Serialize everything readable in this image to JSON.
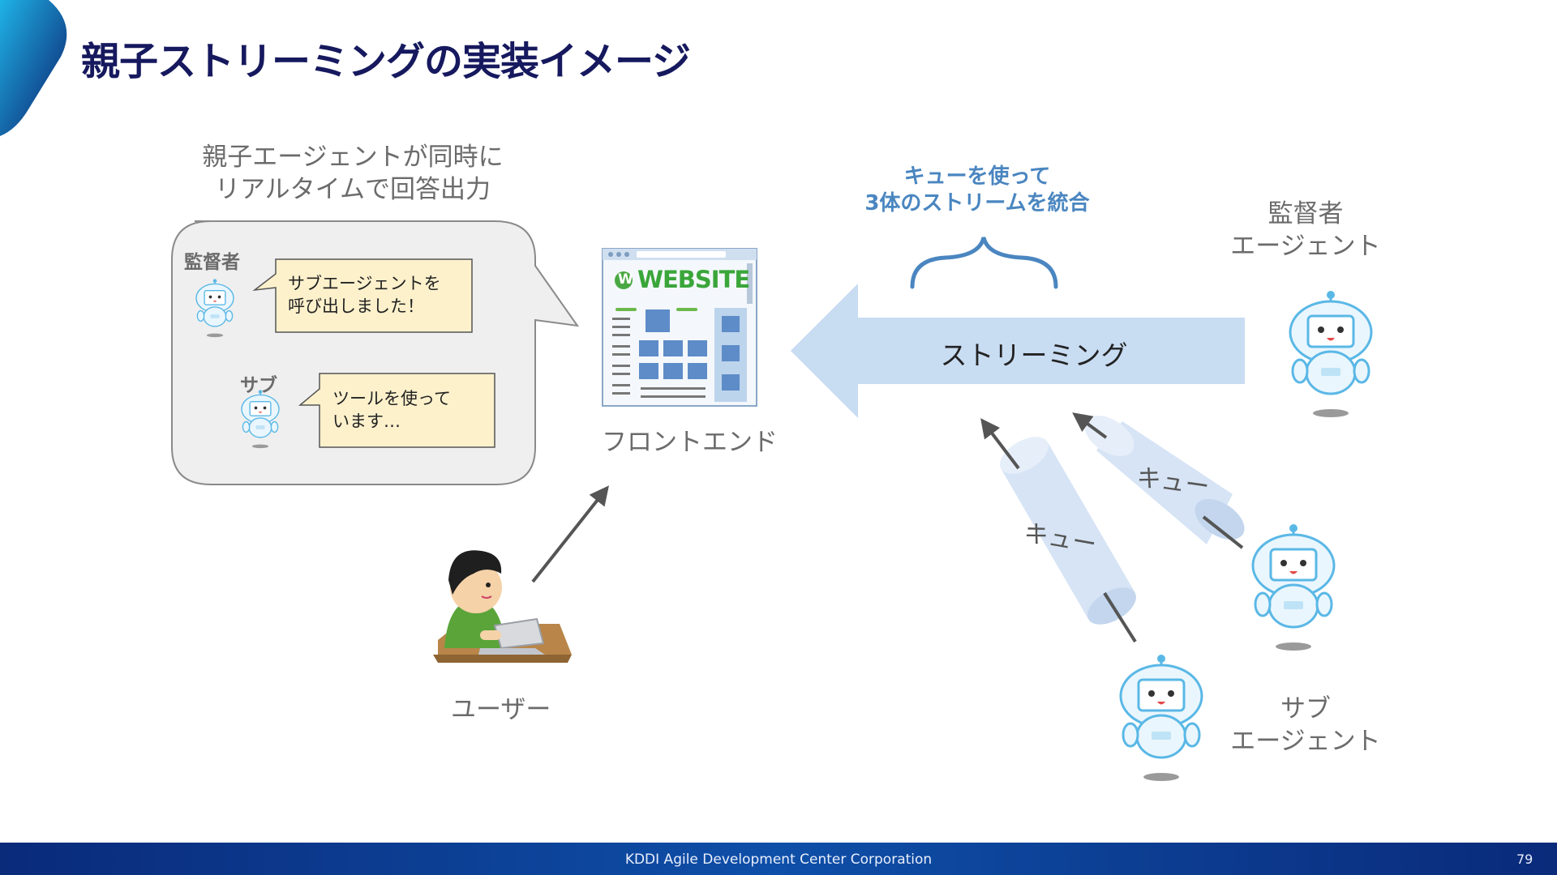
{
  "title": "親子ストリーミングの実装イメージ",
  "caption_top": [
    "親子エージェントが同時に",
    "リアルタイムで回答出力"
  ],
  "supervisor_tag": "監督者",
  "supervisor_message": [
    "サブエージェントを",
    "呼び出しました！"
  ],
  "sub_tag": "サブ",
  "sub_message": [
    "ツールを使って",
    "います…"
  ],
  "website_logo_letter": "W",
  "website_logo_text": "WEBSITE",
  "frontend_label": "フロントエンド",
  "user_label": "ユーザー",
  "queue_note": [
    "キューを使って",
    "3体のストリームを統合"
  ],
  "streaming_label": "ストリーミング",
  "queue_label": "キュー",
  "supervisor_agent_label": [
    "監督者",
    "エージェント"
  ],
  "sub_agent_label": [
    "サブ",
    "エージェント"
  ],
  "footer_text": "KDDI Agile Development Center Corporation",
  "page_number": "79",
  "colors": {
    "title": "#16195e",
    "accent_blue": "#4a86c0",
    "stream_arrow": "#c8dcf2",
    "queue_tube": "#d6e4f5",
    "footer": "#0e4fa8",
    "bubble": "#efefef",
    "note": "#fdf1cc"
  }
}
